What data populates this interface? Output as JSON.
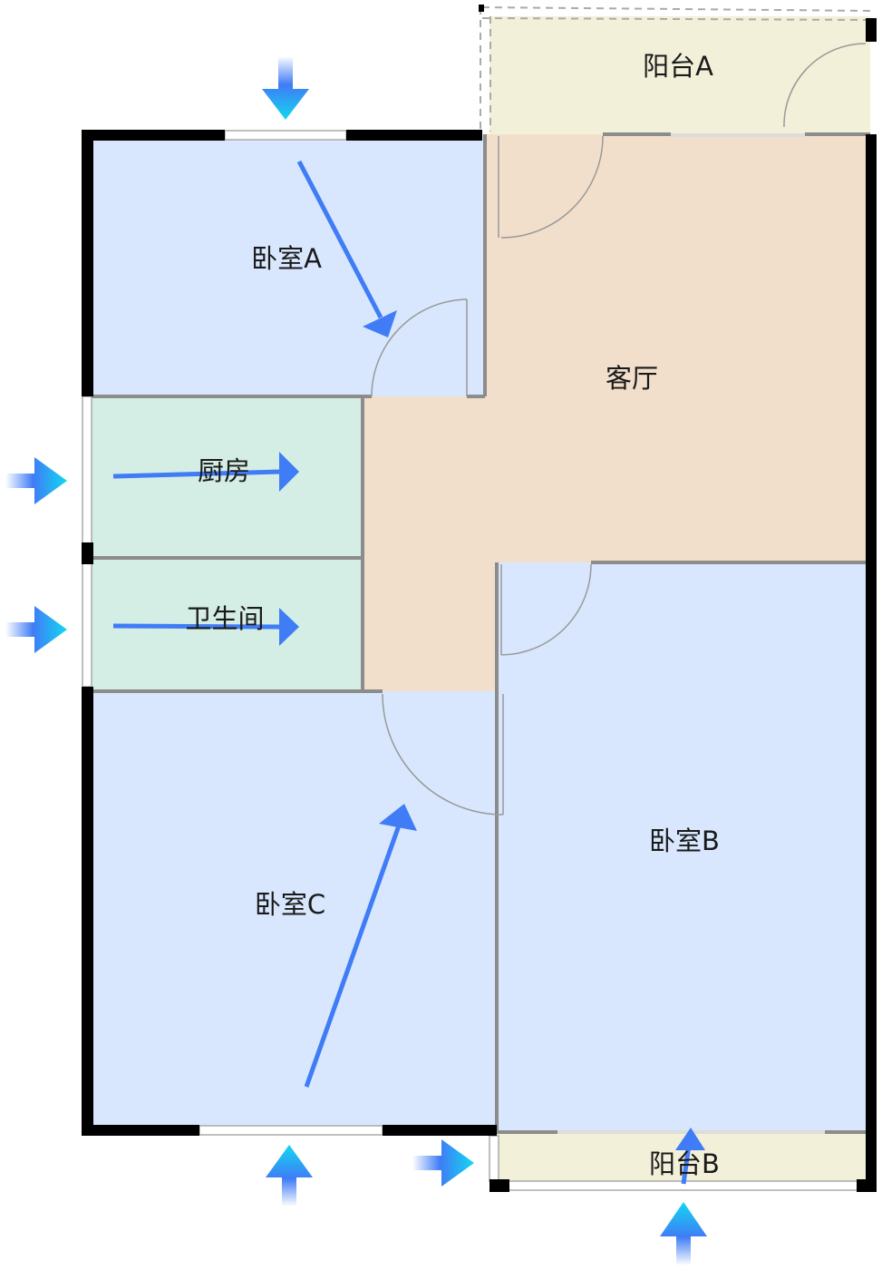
{
  "rooms": {
    "bedroom_a": "卧室A",
    "balcony_a": "阳台A",
    "living_room": "客厅",
    "kitchen": "厨房",
    "bathroom": "卫生间",
    "bedroom_b": "卧室B",
    "bedroom_c": "卧室C",
    "balcony_b": "阳台B"
  },
  "colors": {
    "bedroom": "#d8e7fd",
    "living": "#f2dfcb",
    "wet": "#d4ede5",
    "balcony": "#f2f0d8",
    "wall": "#000000",
    "arrow": "#3f7cf6",
    "arrow_tip": "#12d8f0"
  },
  "icons": [
    "airflow-arrow-icon",
    "door-swing-icon",
    "window-icon"
  ]
}
